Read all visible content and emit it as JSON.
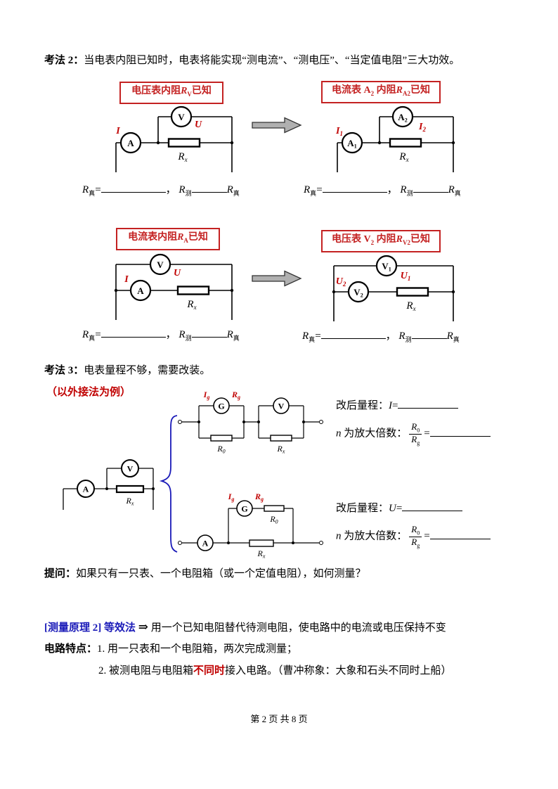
{
  "document": {
    "kaofa2": {
      "label": "考法 2：",
      "text": "当电表内阻已知时，电表将能实现“测电流”、“测电压”、“当定值电阻”三大功效。"
    },
    "boxes": {
      "b1": {
        "pre": "电压表内阻",
        "r": "R",
        "sub": "V",
        "post": "已知"
      },
      "b2": {
        "pre": "电流表 A",
        "presub": "2",
        "mid": " 内阻",
        "r": "R",
        "sub": "A2",
        "post": "已知"
      },
      "b3": {
        "pre": "电流表内阻",
        "r": "R",
        "sub": "A",
        "post": "已知"
      },
      "b4": {
        "pre": "电压表 V",
        "presub": "2",
        "mid": " 内阻",
        "r": "R",
        "sub": "V2",
        "post": "已知"
      }
    },
    "answer": {
      "r": "R",
      "sub_true": "真",
      "eq": "=",
      "comma": "，",
      "sub_meas": "测"
    },
    "kaofa3": {
      "label": "考法 3：",
      "text": "电表量程不够，需要改装。",
      "note": "（以外接法为例）",
      "block1": {
        "range_label": "改后量程：",
        "sym": "I",
        "eq": "="
      },
      "block2": {
        "range_label": "改后量程：",
        "sym": "U",
        "eq": "="
      },
      "nline": {
        "n": "n",
        "label": " 为放大倍数：",
        "num_r": "R",
        "num_sub": "0",
        "den_r": "R",
        "den_sub": "g",
        "eq": "="
      }
    },
    "ask": {
      "label": "提问：",
      "text": "如果只有一只表、一个电阻箱（或一个定值电阻），如何测量？"
    },
    "principle": {
      "tag": "[测量原理 2] 等效法",
      "arrow": "⇒",
      "text": "用一个已知电阻替代待测电阻，使电路中的电流或电压保持不变",
      "feature_label": "电路特点：",
      "item1": "1. 用一只表和一个电阻箱，两次完成测量；",
      "item2_pre": "2. 被测电阻与电阻箱",
      "item2_red": "不同时",
      "item2_post": "接入电路。（曹冲称象：大象和石头不同时上船）"
    },
    "footer": "第 2 页 共 8 页"
  },
  "sym": {
    "A": "A",
    "V": "V",
    "G": "G",
    "R": "R",
    "I": "I",
    "U": "U",
    "x": "x",
    "g": "g",
    "n0": "0",
    "n1": "1",
    "n2": "2"
  },
  "colors": {
    "red": "#c00000",
    "blue": "#1a1ab8",
    "arrow_gray": "#b0b0b0"
  }
}
